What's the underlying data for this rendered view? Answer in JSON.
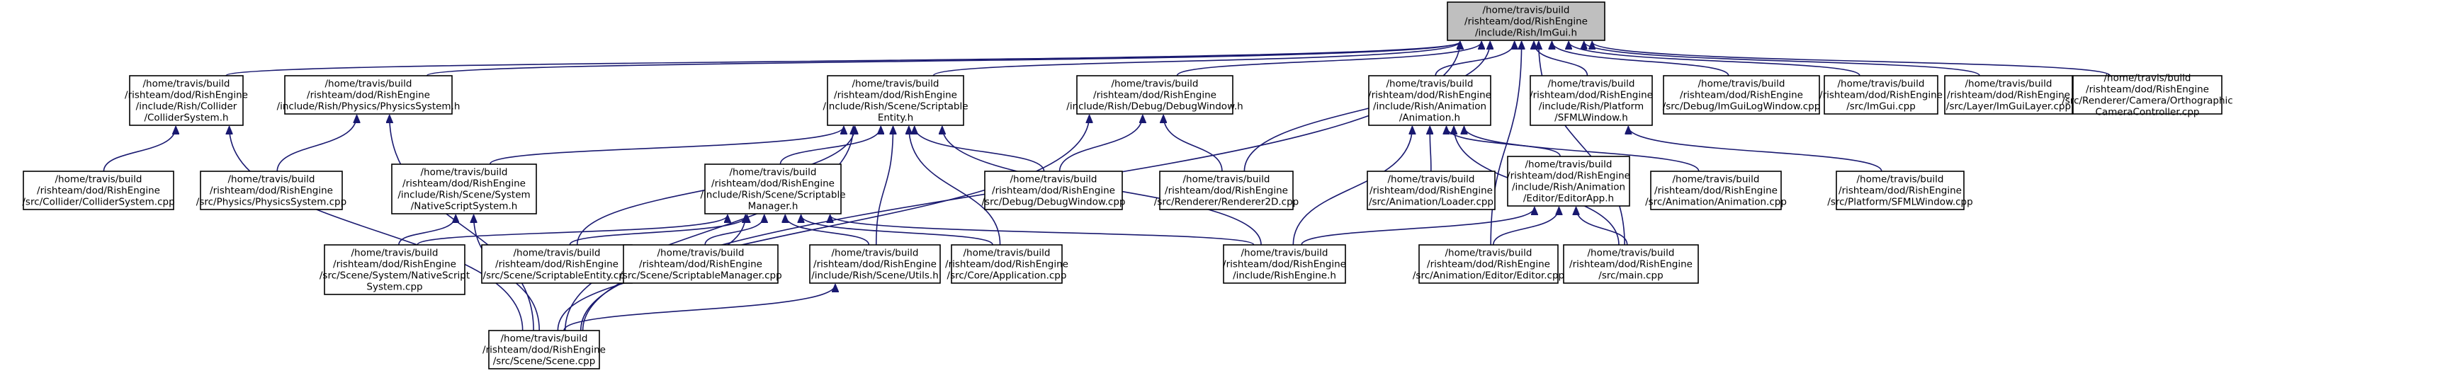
{
  "diagram": {
    "type": "include-dependency-graph",
    "edge_color": "#191970",
    "root_fill": "#bfbfbf",
    "node_fill": "#ffffff",
    "nodes": [
      {
        "id": "imgui_h",
        "root": true,
        "lines": [
          "/home/travis/build",
          "/rishteam/dod/RishEngine",
          "/include/Rish/ImGui.h"
        ]
      },
      {
        "id": "collider_system_h",
        "lines": [
          "/home/travis/build",
          "/rishteam/dod/RishEngine",
          "/include/Rish/Collider",
          "/ColliderSystem.h"
        ]
      },
      {
        "id": "physics_system_h",
        "lines": [
          "/home/travis/build",
          "/rishteam/dod/RishEngine",
          "/include/Rish/Physics/PhysicsSystem.h"
        ]
      },
      {
        "id": "scriptable_entity_h",
        "lines": [
          "/home/travis/build",
          "/rishteam/dod/RishEngine",
          "/include/Rish/Scene/Scriptable",
          "Entity.h"
        ]
      },
      {
        "id": "debug_window_h",
        "lines": [
          "/home/travis/build",
          "/rishteam/dod/RishEngine",
          "/include/Rish/Debug/DebugWindow.h"
        ]
      },
      {
        "id": "animation_h",
        "lines": [
          "/home/travis/build",
          "/rishteam/dod/RishEngine",
          "/include/Rish/Animation",
          "/Animation.h"
        ]
      },
      {
        "id": "sfml_window_h",
        "lines": [
          "/home/travis/build",
          "/rishteam/dod/RishEngine",
          "/include/Rish/Platform",
          "/SFMLWindow.h"
        ]
      },
      {
        "id": "debug_imgui_log_window_cpp",
        "lines": [
          "/home/travis/build",
          "/rishteam/dod/RishEngine",
          "/src/Debug/ImGuiLogWindow.cpp"
        ]
      },
      {
        "id": "imgui_cpp",
        "lines": [
          "/home/travis/build",
          "/rishteam/dod/RishEngine",
          "/src/ImGui.cpp"
        ]
      },
      {
        "id": "layer_imgui_layer_cpp",
        "lines": [
          "/home/travis/build",
          "/rishteam/dod/RishEngine",
          "/src/Layer/ImGuiLayer.cpp"
        ]
      },
      {
        "id": "ortho_camera_controller_cpp",
        "lines": [
          "/home/travis/build",
          "/rishteam/dod/RishEngine",
          "/src/Renderer/Camera/Orthographic",
          "CameraController.cpp"
        ]
      },
      {
        "id": "collider_system_cpp",
        "lines": [
          "/home/travis/build",
          "/rishteam/dod/RishEngine",
          "/src/Collider/ColliderSystem.cpp"
        ]
      },
      {
        "id": "physics_system_cpp",
        "lines": [
          "/home/travis/build",
          "/rishteam/dod/RishEngine",
          "/src/Physics/PhysicsSystem.cpp"
        ]
      },
      {
        "id": "native_script_system_h",
        "lines": [
          "/home/travis/build",
          "/rishteam/dod/RishEngine",
          "/include/Rish/Scene/System",
          "/NativeScriptSystem.h"
        ]
      },
      {
        "id": "scriptable_manager_h",
        "lines": [
          "/home/travis/build",
          "/rishteam/dod/RishEngine",
          "/include/Rish/Scene/Scriptable",
          "Manager.h"
        ]
      },
      {
        "id": "debug_window_cpp",
        "lines": [
          "/home/travis/build",
          "/rishteam/dod/RishEngine",
          "/src/Debug/DebugWindow.cpp"
        ]
      },
      {
        "id": "renderer2d_cpp",
        "lines": [
          "/home/travis/build",
          "/rishteam/dod/RishEngine",
          "/src/Renderer/Renderer2D.cpp"
        ]
      },
      {
        "id": "animation_loader_cpp",
        "lines": [
          "/home/travis/build",
          "/rishteam/dod/RishEngine",
          "/src/Animation/Loader.cpp"
        ]
      },
      {
        "id": "editor_app_h",
        "lines": [
          "/home/travis/build",
          "/rishteam/dod/RishEngine",
          "/include/Rish/Animation",
          "/Editor/EditorApp.h"
        ]
      },
      {
        "id": "animation_cpp",
        "lines": [
          "/home/travis/build",
          "/rishteam/dod/RishEngine",
          "/src/Animation/Animation.cpp"
        ]
      },
      {
        "id": "sfml_window_cpp",
        "lines": [
          "/home/travis/build",
          "/rishteam/dod/RishEngine",
          "/src/Platform/SFMLWindow.cpp"
        ]
      },
      {
        "id": "native_script_system_cpp",
        "lines": [
          "/home/travis/build",
          "/rishteam/dod/RishEngine",
          "/src/Scene/System/NativeScript",
          "System.cpp"
        ]
      },
      {
        "id": "scriptable_entity_cpp",
        "lines": [
          "/home/travis/build",
          "/rishteam/dod/RishEngine",
          "/src/Scene/ScriptableEntity.cpp"
        ]
      },
      {
        "id": "scriptable_manager_cpp",
        "lines": [
          "/home/travis/build",
          "/rishteam/dod/RishEngine",
          "/src/Scene/ScriptableManager.cpp"
        ]
      },
      {
        "id": "scene_utils_h",
        "lines": [
          "/home/travis/build",
          "/rishteam/dod/RishEngine",
          "/include/Rish/Scene/Utils.h"
        ]
      },
      {
        "id": "core_application_cpp",
        "lines": [
          "/home/travis/build",
          "/rishteam/dod/RishEngine",
          "/src/Core/Application.cpp"
        ]
      },
      {
        "id": "rish_engine_h",
        "lines": [
          "/home/travis/build",
          "/rishteam/dod/RishEngine",
          "/include/RishEngine.h"
        ]
      },
      {
        "id": "animation_editor_cpp",
        "lines": [
          "/home/travis/build",
          "/rishteam/dod/RishEngine",
          "/src/Animation/Editor/Editor.cpp"
        ]
      },
      {
        "id": "main_cpp",
        "lines": [
          "/home/travis/build",
          "/rishteam/dod/RishEngine",
          "/src/main.cpp"
        ]
      },
      {
        "id": "scene_cpp",
        "lines": [
          "/home/travis/build",
          "/rishteam/dod/RishEngine",
          "/src/Scene/Scene.cpp"
        ]
      }
    ],
    "edges": [
      [
        "collider_system_h",
        "imgui_h"
      ],
      [
        "physics_system_h",
        "imgui_h"
      ],
      [
        "scriptable_entity_h",
        "imgui_h"
      ],
      [
        "debug_window_h",
        "imgui_h"
      ],
      [
        "animation_h",
        "imgui_h"
      ],
      [
        "sfml_window_h",
        "imgui_h"
      ],
      [
        "debug_imgui_log_window_cpp",
        "imgui_h"
      ],
      [
        "imgui_cpp",
        "imgui_h"
      ],
      [
        "layer_imgui_layer_cpp",
        "imgui_h"
      ],
      [
        "ortho_camera_controller_cpp",
        "imgui_h"
      ],
      [
        "scene_cpp",
        "imgui_h"
      ],
      [
        "renderer2d_cpp",
        "imgui_h"
      ],
      [
        "animation_editor_cpp",
        "imgui_h"
      ],
      [
        "main_cpp",
        "imgui_h"
      ],
      [
        "collider_system_cpp",
        "collider_system_h"
      ],
      [
        "scene_cpp",
        "collider_system_h"
      ],
      [
        "physics_system_cpp",
        "physics_system_h"
      ],
      [
        "scene_cpp",
        "physics_system_h"
      ],
      [
        "native_script_system_h",
        "scriptable_entity_h"
      ],
      [
        "scriptable_manager_h",
        "scriptable_entity_h"
      ],
      [
        "debug_window_cpp",
        "scriptable_entity_h"
      ],
      [
        "scriptable_entity_cpp",
        "scriptable_entity_h"
      ],
      [
        "scene_utils_h",
        "scriptable_entity_h"
      ],
      [
        "core_application_cpp",
        "scriptable_entity_h"
      ],
      [
        "rish_engine_h",
        "scriptable_entity_h"
      ],
      [
        "scene_cpp",
        "scriptable_entity_h"
      ],
      [
        "debug_window_cpp",
        "debug_window_h"
      ],
      [
        "renderer2d_cpp",
        "debug_window_h"
      ],
      [
        "scene_cpp",
        "debug_window_h"
      ],
      [
        "animation_loader_cpp",
        "animation_h"
      ],
      [
        "editor_app_h",
        "animation_h"
      ],
      [
        "animation_cpp",
        "animation_h"
      ],
      [
        "rish_engine_h",
        "animation_h"
      ],
      [
        "main_cpp",
        "animation_h"
      ],
      [
        "sfml_window_cpp",
        "sfml_window_h"
      ],
      [
        "native_script_system_cpp",
        "native_script_system_h"
      ],
      [
        "scene_cpp",
        "native_script_system_h"
      ],
      [
        "native_script_system_cpp",
        "scriptable_manager_h"
      ],
      [
        "scriptable_entity_cpp",
        "scriptable_manager_h"
      ],
      [
        "scriptable_manager_cpp",
        "scriptable_manager_h"
      ],
      [
        "scene_utils_h",
        "scriptable_manager_h"
      ],
      [
        "core_application_cpp",
        "scriptable_manager_h"
      ],
      [
        "rish_engine_h",
        "scriptable_manager_h"
      ],
      [
        "scene_cpp",
        "scriptable_manager_h"
      ],
      [
        "scene_cpp",
        "scene_utils_h"
      ],
      [
        "rish_engine_h",
        "editor_app_h"
      ],
      [
        "animation_editor_cpp",
        "editor_app_h"
      ],
      [
        "main_cpp",
        "editor_app_h"
      ]
    ]
  }
}
